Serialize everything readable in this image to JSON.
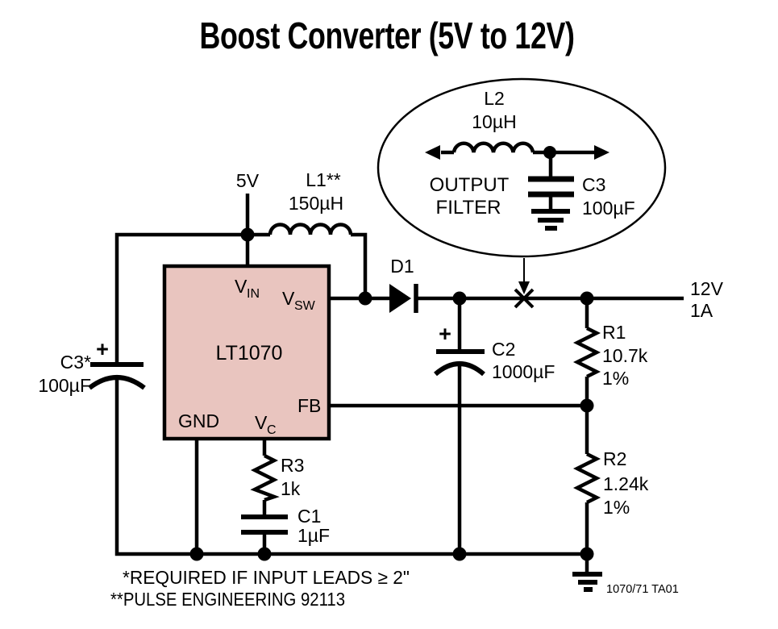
{
  "title": "Boost Converter (5V to 12V)",
  "input": {
    "supply": "5V"
  },
  "l1": {
    "name": "L1**",
    "value": "150µH"
  },
  "ic": {
    "part": "LT1070",
    "pin_vin_main": "V",
    "pin_vin_sub": "IN",
    "pin_vsw_main": "V",
    "pin_vsw_sub": "SW",
    "pin_fb": "FB",
    "pin_gnd": "GND",
    "pin_vc_main": "V",
    "pin_vc_sub": "C"
  },
  "d1": {
    "name": "D1"
  },
  "c2": {
    "plus": "+",
    "name": "C2",
    "value": "1000µF"
  },
  "c3_input": {
    "plus": "+",
    "name": "C3*",
    "value": "100µF"
  },
  "r1": {
    "name": "R1",
    "value": "10.7k",
    "tol": "1%"
  },
  "r2": {
    "name": "R2",
    "value": "1.24k",
    "tol": "1%"
  },
  "r3": {
    "name": "R3",
    "value": "1k"
  },
  "c1": {
    "name": "C1",
    "value": "1µF"
  },
  "output": {
    "voltage": "12V",
    "current": "1A"
  },
  "inset": {
    "l2_name": "L2",
    "l2_value": "10µH",
    "caption_1": "OUTPUT",
    "caption_2": "FILTER",
    "c3_name": "C3",
    "c3_value": "100µF"
  },
  "notes": {
    "note1": "*REQUIRED IF INPUT LEADS ≥ 2\"",
    "note2": "**PULSE ENGINEERING 92113"
  },
  "figure_ref": "1070/71 TA01",
  "colors": {
    "ic_fill": "#e9c5bf",
    "line": "#000000",
    "background": "#ffffff"
  }
}
